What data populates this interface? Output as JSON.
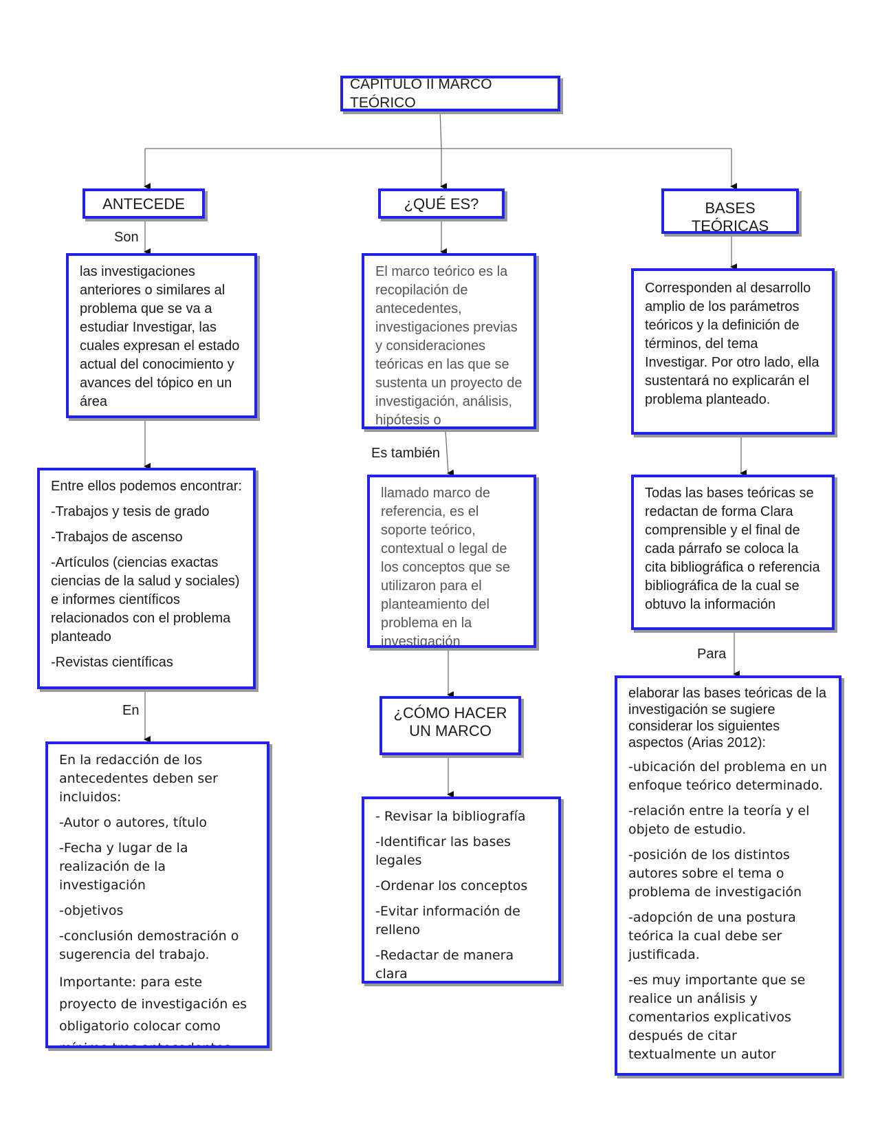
{
  "title": "CAPÍTULO II MARCO TEÓRICO",
  "left": {
    "header": "ANTECEDE",
    "link_son": "Son",
    "definition": "las investigaciones anteriores o similares al problema que se va a estudiar Investigar, las cuales expresan el estado actual del conocimiento y avances del tópico en un área",
    "list_intro": "Entre ellos podemos encontrar:",
    "list_items": [
      "-Trabajos y tesis de grado",
      "-Trabajos de ascenso",
      "-Artículos (ciencias exactas ciencias de la salud y sociales) e informes científicos relacionados con el problema planteado",
      "-Revistas científicas"
    ],
    "link_en": "En",
    "redaction_intro": "En la redacción de los antecedentes deben ser incluidos:",
    "redaction_items": [
      "-Autor o autores, título",
      "-Fecha y lugar de la realización de la investigación",
      "-objetivos",
      "-conclusión demostración o sugerencia del trabajo."
    ],
    "redaction_note": "Importante: para este proyecto de investigación es obligatorio colocar como mínimo tres antecedentes"
  },
  "center": {
    "header": "¿QUÉ ES?",
    "definition": "El marco teórico es la recopilación de antecedentes, investigaciones previas y consideraciones teóricas en las que se sustenta un proyecto de investigación, análisis, hipótesis o",
    "link_tambien": "Es también",
    "also": "llamado marco de referencia, es el soporte teórico, contextual o legal de los conceptos que se utilizaron para el planteamiento del problema en la investigación",
    "how_header": "¿CÓMO HACER UN MARCO",
    "steps": [
      "- Revisar la bibliografía",
      "-Identificar las bases legales",
      "-Ordenar los conceptos",
      "-Evitar información de relleno",
      "-Redactar de manera clara"
    ]
  },
  "right": {
    "header": "BASES TEÓRICAS",
    "definition": "Corresponden al desarrollo amplio de los parámetros teóricos y la definición de términos, del tema Investigar. Por otro lado, ella sustentará no explicarán el problema planteado.",
    "writing": "Todas las bases teóricas se redactan de forma Clara comprensible y el final de cada párrafo se coloca la cita bibliográfica o referencia bibliográfica de la cual se obtuvo la información",
    "link_para": "Para",
    "elaborate_intro": "elaborar las bases teóricas de la investigación se sugiere considerar los siguientes aspectos (Arias 2012):",
    "elaborate_items": [
      "-ubicación del problema en un enfoque teórico determinado.",
      "-relación entre la teoría y el objeto de estudio.",
      "-posición de los distintos autores sobre el tema o problema de investigación",
      "-adopción de una postura teórica la cual debe ser justificada.",
      "-es muy importante que se realice un análisis y comentarios explicativos después de citar textualmente un autor"
    ]
  },
  "colors": {
    "box_border": "#2323e6",
    "shadow": "#9a9a9a",
    "connector": "#707070"
  }
}
